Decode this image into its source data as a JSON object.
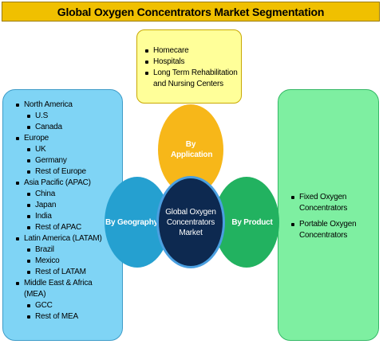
{
  "title": "Global Oxygen Concentrators Market Segmentation",
  "application": {
    "circle_label": "By Application",
    "items": [
      "Homecare",
      "Hospitals",
      "Long Term Rehabilitation and Nursing Centers"
    ]
  },
  "geography": {
    "circle_label": "By Geography",
    "items": [
      {
        "label": "North America",
        "level": 1
      },
      {
        "label": "U.S",
        "level": 2
      },
      {
        "label": "Canada",
        "level": 2
      },
      {
        "label": "Europe",
        "level": 1
      },
      {
        "label": "UK",
        "level": 2
      },
      {
        "label": "Germany",
        "level": 2
      },
      {
        "label": "Rest of Europe",
        "level": 2
      },
      {
        "label": "Asia Pacific (APAC)",
        "level": 1
      },
      {
        "label": "China",
        "level": 2
      },
      {
        "label": "Japan",
        "level": 2
      },
      {
        "label": "India",
        "level": 2
      },
      {
        "label": "Rest of APAC",
        "level": 2
      },
      {
        "label": "Latin America (LATAM)",
        "level": 1
      },
      {
        "label": "Brazil",
        "level": 2
      },
      {
        "label": "Mexico",
        "level": 2
      },
      {
        "label": "Rest of LATAM",
        "level": 2
      },
      {
        "label": "Middle East & Africa (MEA)",
        "level": 1
      },
      {
        "label": "GCC",
        "level": 2
      },
      {
        "label": "Rest of MEA",
        "level": 2
      }
    ]
  },
  "product": {
    "circle_label": "By Product",
    "items": [
      "Fixed Oxygen Concentrators",
      "Portable Oxygen Concentrators"
    ]
  },
  "center": {
    "label": "Global Oxygen Concentrators Market"
  },
  "colors": {
    "title_bar": "#f0c000",
    "application_panel": "#ffff99",
    "application_circle": "#f7b719",
    "geography_panel": "#7fd4f5",
    "geography_circle": "#25a0d0",
    "product_panel": "#7eefa1",
    "product_circle": "#22b260",
    "center_circle": "#0d2950"
  }
}
